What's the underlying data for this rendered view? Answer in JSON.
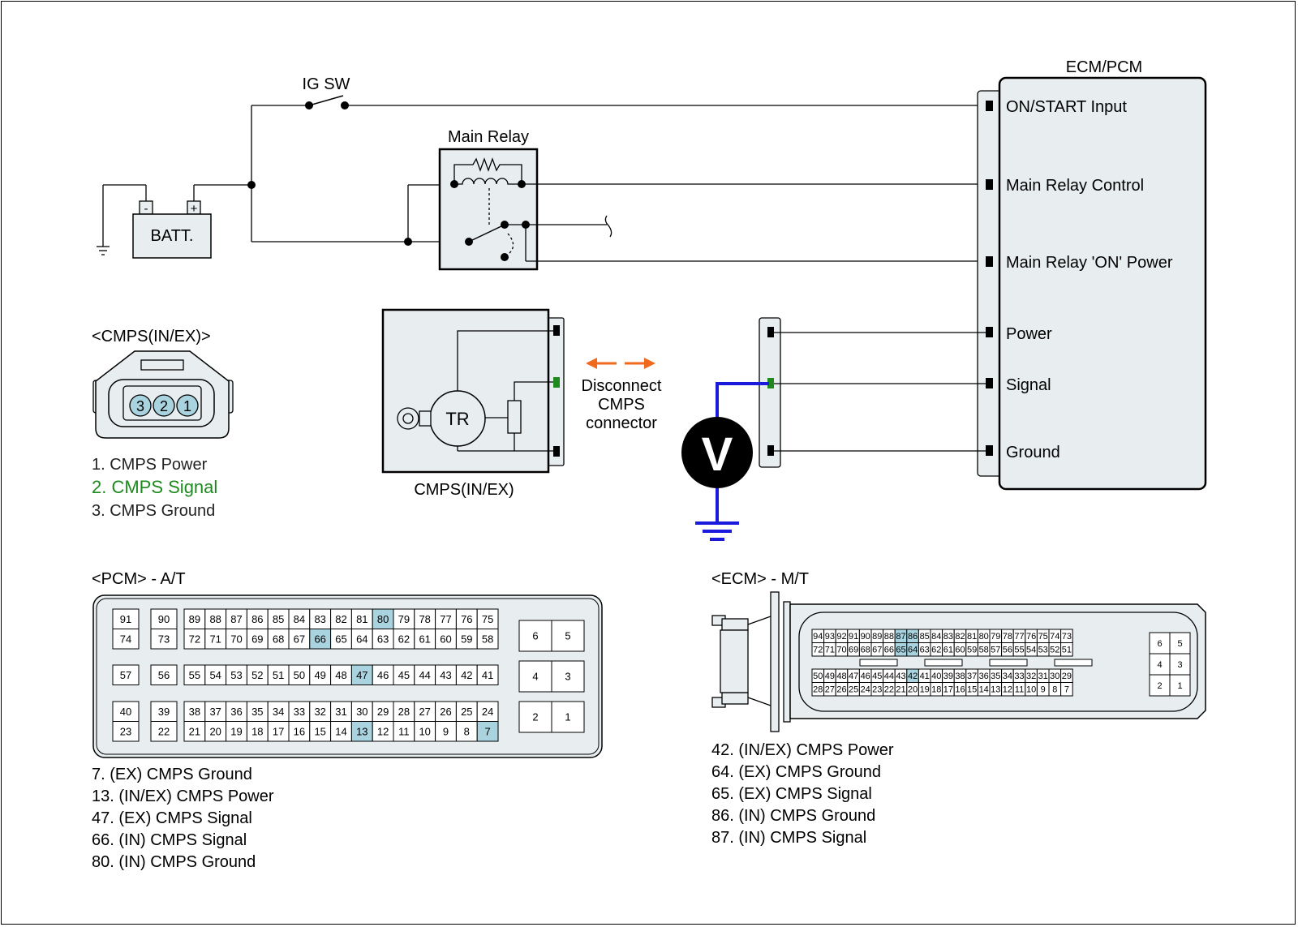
{
  "battery": {
    "label": "BATT.",
    "neg": "-",
    "pos": "+"
  },
  "ig_switch": {
    "label": "IG SW"
  },
  "main_relay": {
    "label": "Main Relay"
  },
  "ecm": {
    "title": "ECM/PCM",
    "pins": [
      "ON/START Input",
      "Main Relay Control",
      "Main Relay 'ON' Power",
      "Power",
      "Signal",
      "Ground"
    ]
  },
  "sensor": {
    "label": "CMPS(IN/EX)",
    "tr": "TR"
  },
  "disconnect_note": [
    "Disconnect",
    "CMPS",
    "connector"
  ],
  "voltmeter": {
    "symbol": "V"
  },
  "cmps_connector": {
    "title": "<CMPS(IN/EX)>",
    "pins": [
      "3",
      "2",
      "1"
    ],
    "legend": [
      {
        "text": "1. CMPS Power",
        "color": "#222222"
      },
      {
        "text": "2. CMPS Signal",
        "color": "#1e8a1e"
      },
      {
        "text": "3. CMPS Ground",
        "color": "#222222"
      }
    ]
  },
  "pcm_at": {
    "title": "<PCM> - A/T",
    "legend": [
      "7. (EX) CMPS Ground",
      "13. (IN/EX) CMPS Power",
      "47. (EX) CMPS Signal",
      "66. (IN) CMPS Signal",
      "80. (IN) CMPS Ground"
    ],
    "highlight": [
      7,
      13,
      47,
      66,
      80
    ]
  },
  "ecm_mt": {
    "title": "<ECM> - M/T",
    "legend": [
      "42. (IN/EX) CMPS Power",
      "64. (EX) CMPS Ground",
      "65. (EX) CMPS Signal",
      "86. (IN) CMPS Ground",
      "87. (IN) CMPS Signal"
    ],
    "highlight": [
      42,
      64,
      65,
      86,
      87
    ]
  },
  "colors": {
    "highlight": "#a9d3df",
    "panel": "#e8eef0",
    "measure_wire": "#1a1adc",
    "arrow": "#ef6a1d",
    "signal_pin": "#1e8a1e"
  }
}
